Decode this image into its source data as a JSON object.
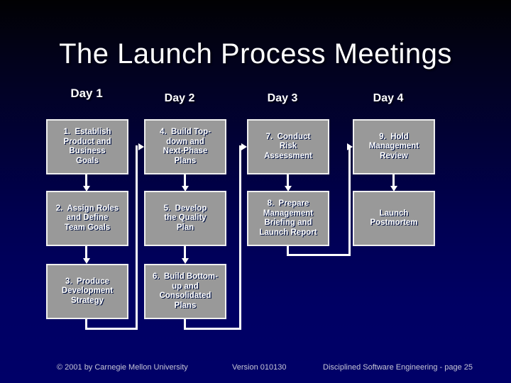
{
  "title": "The Launch Process Meetings",
  "columns": [
    {
      "label": "Day 1"
    },
    {
      "label": "Day 2"
    },
    {
      "label": "Day 3"
    },
    {
      "label": "Day 4"
    }
  ],
  "boxes": [
    {
      "id": "step-1",
      "column": "Day 1",
      "row": 1,
      "label": "1.  Establish\nProduct and\nBusiness\nGoals"
    },
    {
      "id": "step-2",
      "column": "Day 1",
      "row": 2,
      "label": "2.  Assign Roles\nand Define\nTeam Goals"
    },
    {
      "id": "step-3",
      "column": "Day 1",
      "row": 3,
      "label": "3.  Produce\nDevelopment\nStrategy"
    },
    {
      "id": "step-4",
      "column": "Day 2",
      "row": 1,
      "label": "4.  Build Top-\ndown and\nNext-Phase\nPlans"
    },
    {
      "id": "step-5",
      "column": "Day 2",
      "row": 2,
      "label": "5.  Develop\nthe Quality\nPlan"
    },
    {
      "id": "step-6",
      "column": "Day 2",
      "row": 3,
      "label": "6.  Build Bottom-\nup and\nConsolidated\nPlans"
    },
    {
      "id": "step-7",
      "column": "Day 3",
      "row": 1,
      "label": "7.  Conduct\nRisk\nAssessment"
    },
    {
      "id": "step-8",
      "column": "Day 3",
      "row": 2,
      "label": "8.  Prepare\nManagement\nBriefing and\nLaunch Report"
    },
    {
      "id": "step-9",
      "column": "Day 4",
      "row": 1,
      "label": "9.  Hold\nManagement\nReview"
    },
    {
      "id": "launch-postmortem",
      "column": "Day 4",
      "row": 2,
      "label": "Launch\nPostmortem"
    }
  ],
  "connections": [
    {
      "from": "step-1",
      "to": "step-2"
    },
    {
      "from": "step-2",
      "to": "step-3"
    },
    {
      "from": "step-3",
      "to": "step-4"
    },
    {
      "from": "step-4",
      "to": "step-5"
    },
    {
      "from": "step-5",
      "to": "step-6"
    },
    {
      "from": "step-6",
      "to": "step-7"
    },
    {
      "from": "step-7",
      "to": "step-8"
    },
    {
      "from": "step-8",
      "to": "step-9"
    },
    {
      "from": "step-9",
      "to": "launch-postmortem"
    }
  ],
  "footer": {
    "copyright": "© 2001 by Carnegie Mellon University",
    "version": "Version 010130",
    "page": "Disciplined Software Engineering - page 25"
  },
  "colors": {
    "background_top": "#010103",
    "background_bottom": "#000068",
    "box_fill": "#999999",
    "box_border": "#efefef",
    "box_text": "#ffffff",
    "connector": "#ffffff",
    "title_text": "#ffffff",
    "footer_text": "#c6c6d6"
  }
}
